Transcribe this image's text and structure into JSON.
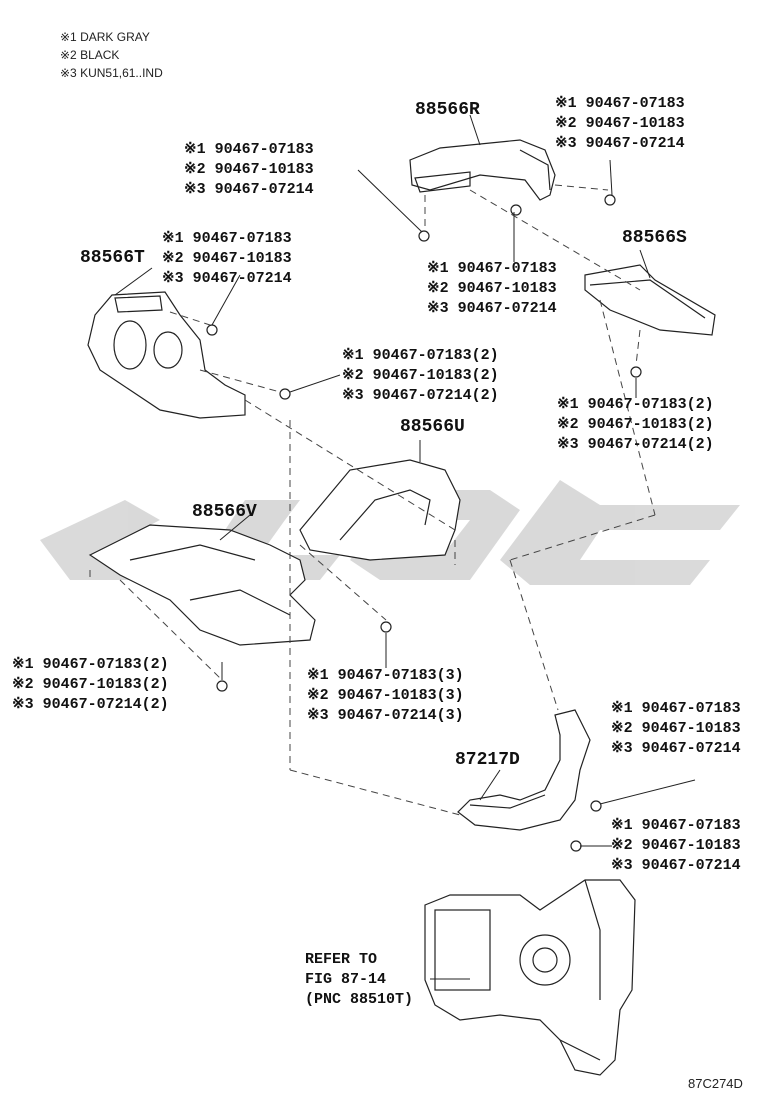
{
  "legend": [
    "※1 DARK GRAY",
    "※2 BLACK",
    "※3 KUN51,61..IND"
  ],
  "parts": {
    "r": "88566R",
    "s": "88566S",
    "t": "88566T",
    "u": "88566U",
    "v": "88566V",
    "d": "87217D"
  },
  "groups": {
    "g1": [
      "※1 90467-07183",
      "※2 90467-10183",
      "※3 90467-07214"
    ],
    "g2": [
      "※1 90467-07183",
      "※2 90467-10183",
      "※3 90467-07214"
    ],
    "g3": [
      "※1 90467-07183",
      "※2 90467-10183",
      "※3 90467-07214"
    ],
    "g4": [
      "※1 90467-07183",
      "※2 90467-10183",
      "※3 90467-07214"
    ],
    "g5": [
      "※1 90467-07183(2)",
      "※2 90467-10183(2)",
      "※3 90467-07214(2)"
    ],
    "g6": [
      "※1 90467-07183(2)",
      "※2 90467-10183(2)",
      "※3 90467-07214(2)"
    ],
    "g7": [
      "※1 90467-07183(2)",
      "※2 90467-10183(2)",
      "※3 90467-07214(2)"
    ],
    "g8": [
      "※1 90467-07183(3)",
      "※2 90467-10183(3)",
      "※3 90467-07214(3)"
    ],
    "g9": [
      "※1 90467-07183",
      "※2 90467-10183",
      "※3 90467-07214"
    ],
    "g10": [
      "※1 90467-07183",
      "※2 90467-10183",
      "※3 90467-07214"
    ]
  },
  "refer": [
    "REFER TO",
    "FIG 87-14",
    "(PNC 88510T)"
  ],
  "code": "87C274D"
}
